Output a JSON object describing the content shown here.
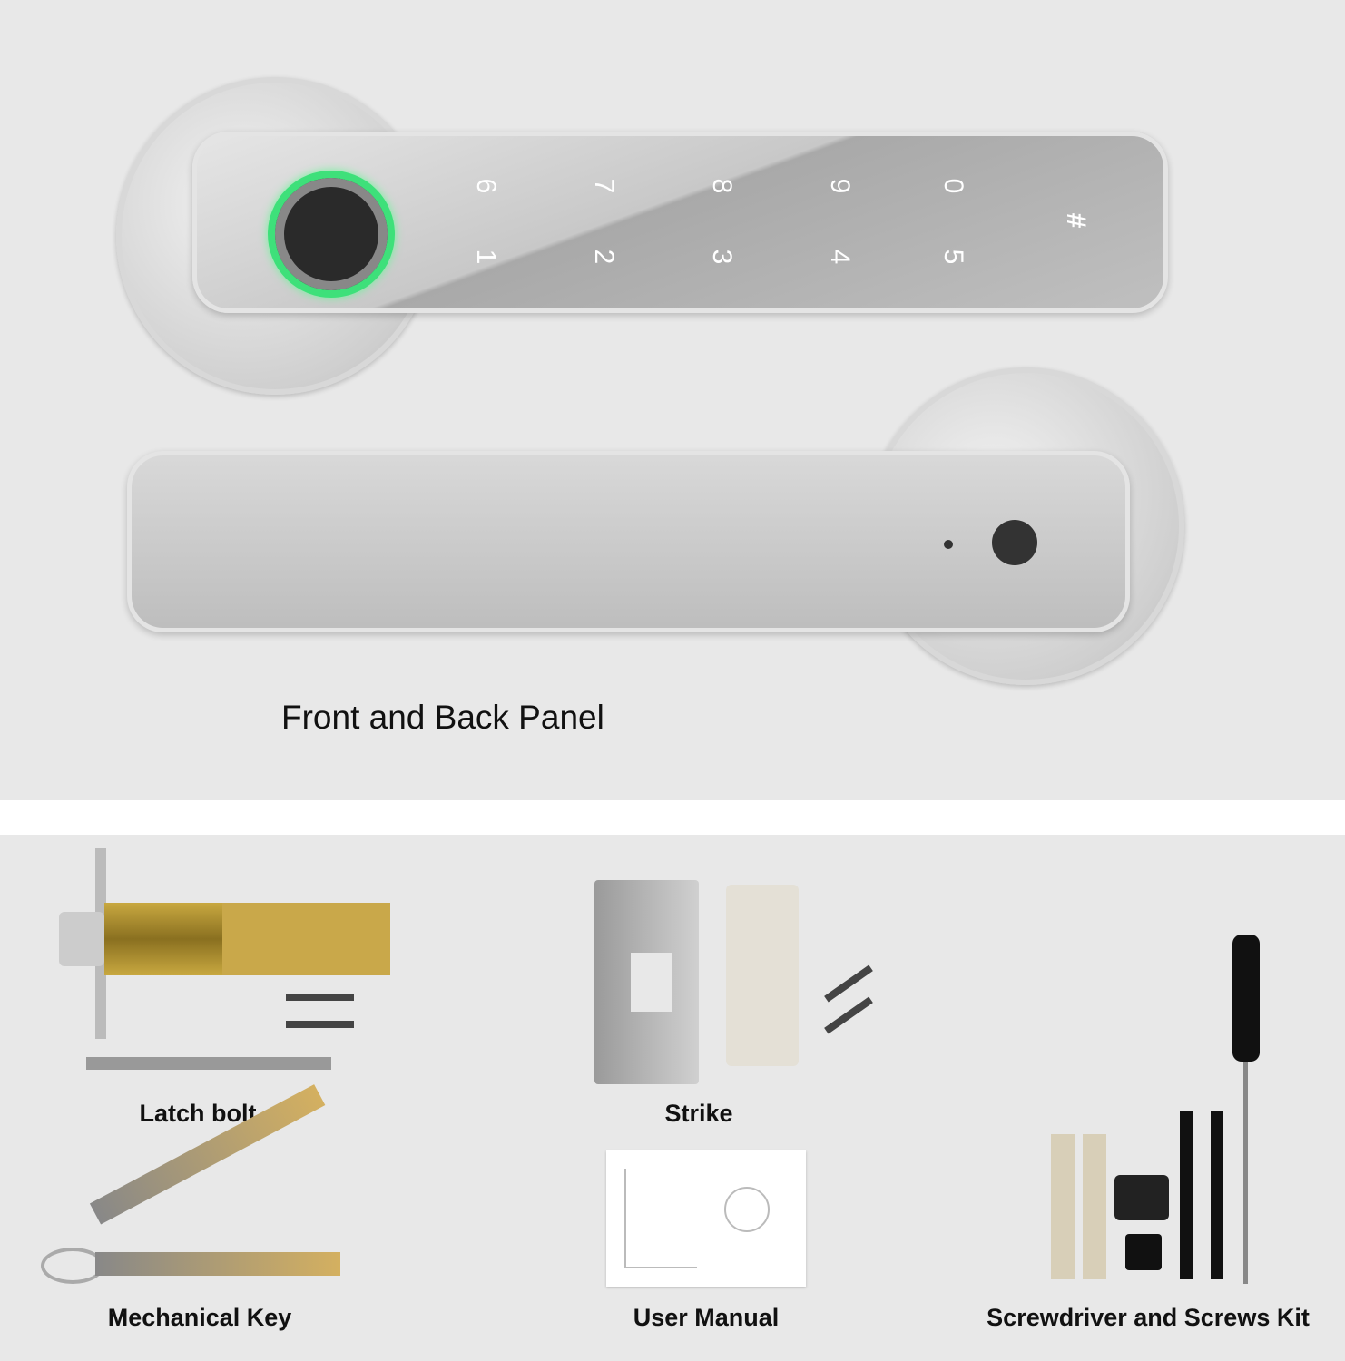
{
  "top_panel": {
    "caption": "Front and Back Panel",
    "keypad": {
      "top_row": [
        "6",
        "7",
        "8",
        "9",
        "0"
      ],
      "bottom_row": [
        "1",
        "2",
        "3",
        "4",
        "5"
      ],
      "hash": "#"
    },
    "accent_color": "#3ee07a"
  },
  "bottom_panel": {
    "items": [
      {
        "label": "Latch bolt"
      },
      {
        "label": "Strike"
      },
      {
        "label": "Mechanical Key"
      },
      {
        "label": "User Manual"
      },
      {
        "label": "Screwdriver and Screws Kit"
      }
    ]
  }
}
